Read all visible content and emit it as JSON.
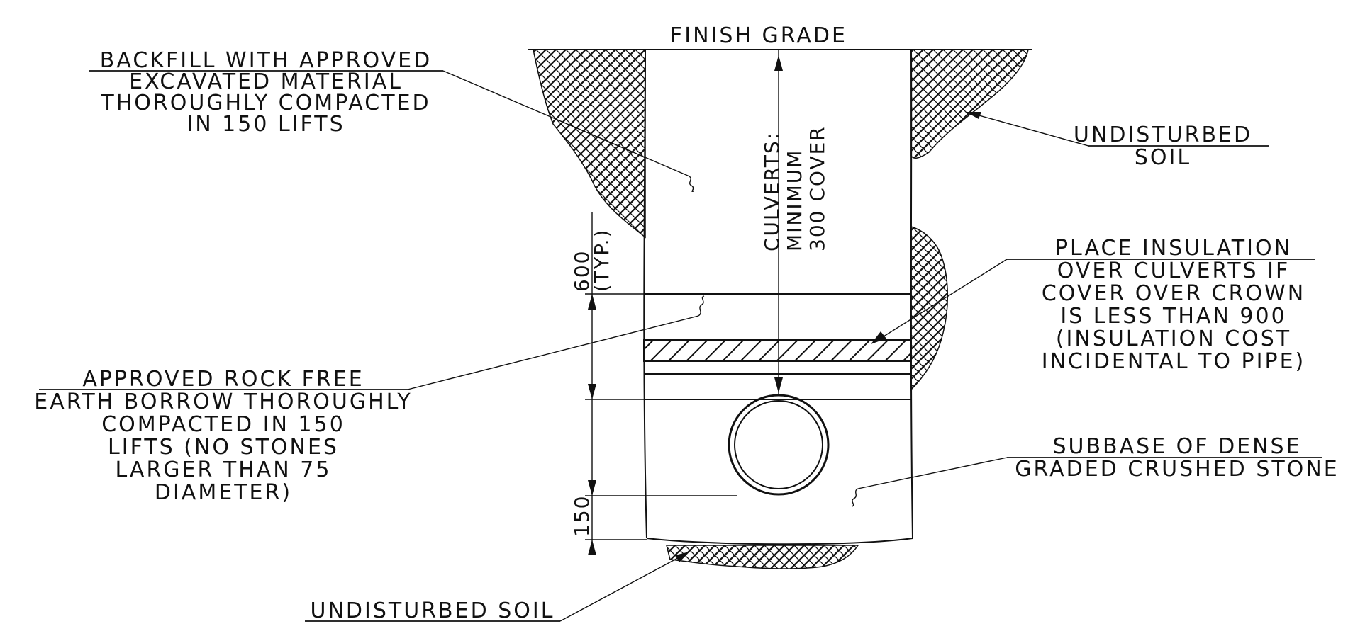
{
  "labels": {
    "finish_grade": "FINISH GRADE",
    "backfill": [
      "BACKFILL WITH APPROVED",
      "EXCAVATED MATERIAL",
      "THOROUGHLY COMPACTED",
      "IN 150 LIFTS"
    ],
    "undisturbed_soil_right": [
      "UNDISTURBED",
      "SOIL"
    ],
    "place_insulation": [
      "PLACE INSULATION",
      "OVER CULVERTS IF",
      "COVER OVER CROWN",
      "IS LESS THAN 900",
      "(INSULATION COST",
      "INCIDENTAL TO PIPE)"
    ],
    "rock_free": [
      "APPROVED ROCK FREE",
      "EARTH BORROW THOROUGHLY",
      "COMPACTED IN 150",
      "LIFTS (NO STONES",
      "LARGER THAN 75",
      "DIAMETER)"
    ],
    "subbase": [
      "SUBBASE OF DENSE",
      "GRADED CRUSHED STONE"
    ],
    "undisturbed_soil_bottom": "UNDISTURBED SOIL"
  },
  "dimensions": {
    "cover": [
      "CULVERTS:",
      "MINIMUM",
      "300 COVER"
    ],
    "layer_600": [
      "600",
      "(TYP.)"
    ],
    "layer_150": "150"
  },
  "colors": {
    "ink": "#111111",
    "paper": "#ffffff"
  }
}
